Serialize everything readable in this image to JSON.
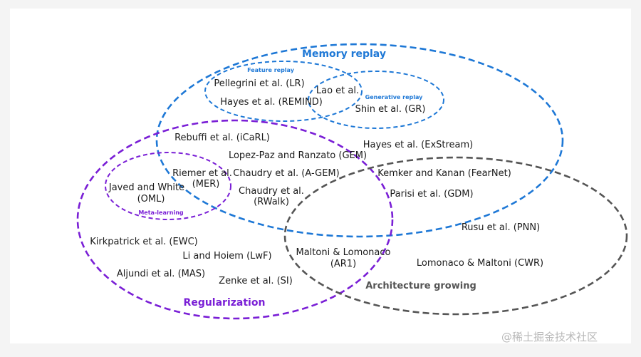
{
  "colors": {
    "memory": "#1e78d6",
    "regularization": "#7a1fd6",
    "architecture": "#555555",
    "text": "#1a1a1a",
    "watermark": "#b9b9b9"
  },
  "categories": {
    "memory_replay": "Memory replay",
    "feature_replay": "Feature replay",
    "generative_replay": "Generative replay",
    "meta_learning": "Meta-learning",
    "regularization": "Regularization",
    "architecture_growing": "Architecture growing"
  },
  "methods": {
    "pellegrini": "Pellegrini et al. (LR)",
    "hayes_remind": "Hayes et al. (REMIND)",
    "lao": "Lao et al.",
    "shin": "Shin et al. (GR)",
    "rebuffi": "Rebuffi et al. (iCaRL)",
    "hayes_exstream": "Hayes et al. (ExStream)",
    "lopez_paz": "Lopez-Paz and Ranzato (GEM)",
    "riemer": "Riemer et al.",
    "mer": "(MER)",
    "chaudry_agem": "Chaudry et al. (A-GEM)",
    "kemker": "Kemker and Kanan (FearNet)",
    "javed": "Javed and White",
    "oml": "(OML)",
    "chaudry_rwalk_1": "Chaudry et al.",
    "chaudry_rwalk_2": "(RWalk)",
    "parisi": "Parisi et al. (GDM)",
    "rusu": "Rusu et al. (PNN)",
    "kirkpatrick": "Kirkpatrick et al. (EWC)",
    "li_hoiem": "Li and Hoiem (LwF)",
    "maltoni_1": "Maltoni & Lomonaco",
    "maltoni_2": "(AR1)",
    "lomonaco": "Lomonaco & Maltoni (CWR)",
    "aljundi": "Aljundi et al. (MAS)",
    "zenke": "Zenke et al. (SI)"
  },
  "watermark": "@稀土掘金技术社区"
}
